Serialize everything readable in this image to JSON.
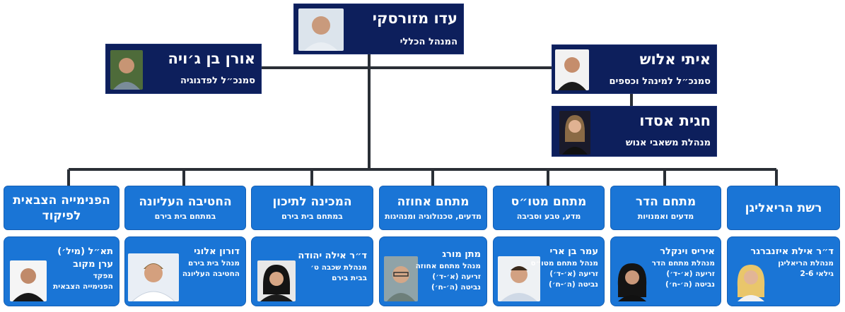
{
  "ceo": {
    "name": "עדו מזורסקי",
    "title": "המנהל הכללי"
  },
  "deputy_left": {
    "name": "אורן בן ג׳ויה",
    "title": "סמנכ״ל לפדגוגיה"
  },
  "deputy_right": {
    "name": "איתי אלוש",
    "title": "סמנכ״ל למינהל וכספים"
  },
  "hr": {
    "name": "חגית אסדו",
    "title": "מנהלת משאבי אנוש"
  },
  "departments": [
    {
      "title": "רשת הריאליגן",
      "subtitle": ""
    },
    {
      "title": "מתחם הדר",
      "subtitle": "מדעים ואמנויות"
    },
    {
      "title": "מתחם מטו״ס",
      "subtitle": "מדע, טבע וסביבה"
    },
    {
      "title": "מתחם אחוזה",
      "subtitle": "מדעים, טכנולוגיה ומנהיגות"
    },
    {
      "title": "המכינה לתיכון",
      "subtitle": "במתחם בית בירם"
    },
    {
      "title": "החטיבה העליונה",
      "subtitle": "במתחם בית בירם"
    },
    {
      "title": "הפנימייה הצבאית לפיקוד",
      "subtitle": ""
    }
  ],
  "people": [
    {
      "lines": [
        "ד״ר אילת איזנברגר",
        "מנהלת הריאליגן",
        "גילאי 2-6"
      ]
    },
    {
      "lines": [
        "איריס וינקלר",
        "מנהלת מתחם הדר",
        "זריעה (א׳-ד׳)",
        "נביטה (ה׳-ח׳)"
      ]
    },
    {
      "lines": [
        "עמר בן ארי",
        "מנהל מתחם מטו״ס",
        "זריעה (א׳-ד׳)",
        "נביטה (ה׳-ח׳)"
      ]
    },
    {
      "lines": [
        "מתן מורג",
        "מנהל מתחם אחוזה",
        "זריעה (א׳-ד׳)",
        "נביטה (ה׳-ח׳)"
      ]
    },
    {
      "lines": [
        "ד״ר אילה יהודה",
        "מנהלת שכבה ט׳",
        "בבית בירם"
      ]
    },
    {
      "lines": [
        "דורון אלוני",
        "מנהל בית בירם",
        "החטיבה העליונה"
      ]
    },
    {
      "lines": [
        "תא״ל (מיל׳)",
        "ערן מקוב",
        "מפקד",
        "הפנימייה הצבאית"
      ]
    }
  ],
  "colors": {
    "navy": "#0d1f5c",
    "blue": "#1a75d6",
    "line": "#2a2f36"
  }
}
